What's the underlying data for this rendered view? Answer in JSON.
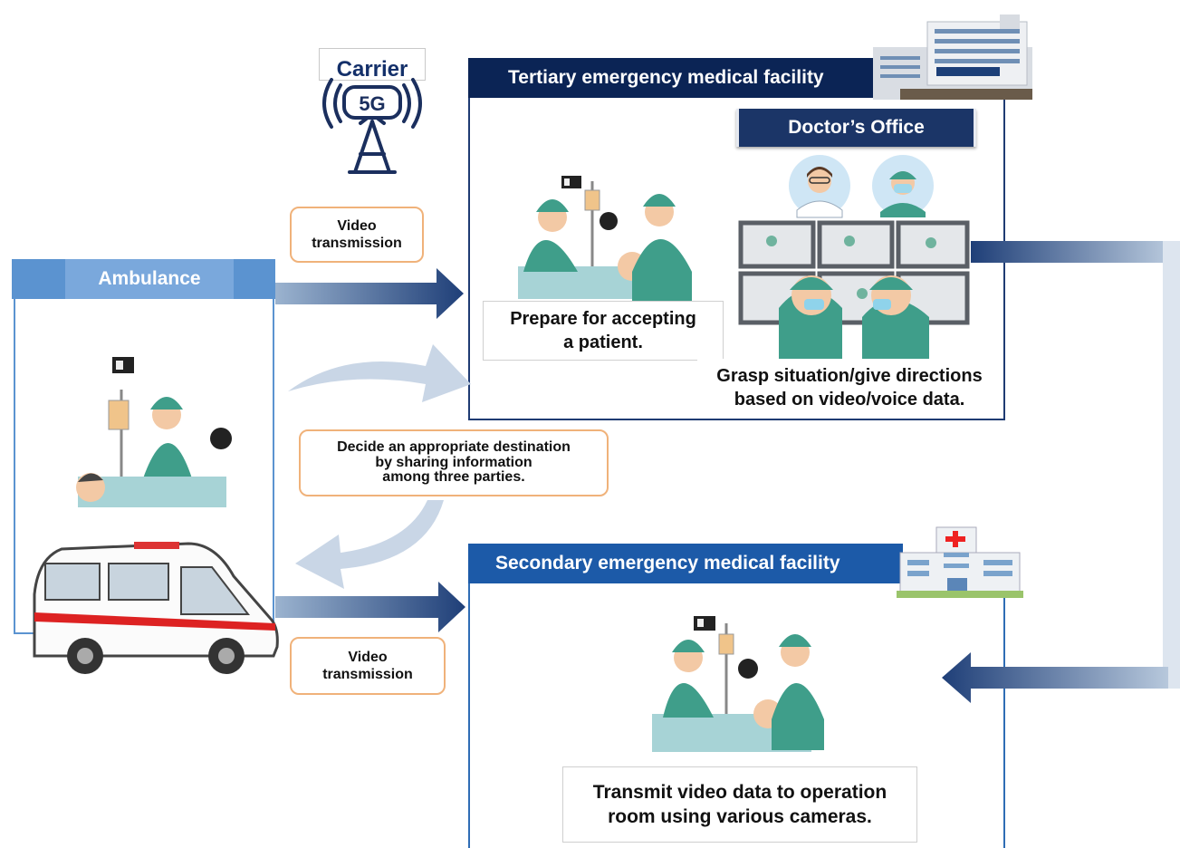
{
  "carrier": {
    "label": "Carrier",
    "network": "5G"
  },
  "tertiary": {
    "title": "Tertiary emergency medical facility",
    "office_title": "Doctor’s Office",
    "prepare_caption_line1": "Prepare for accepting",
    "prepare_caption_line2": "a patient.",
    "grasp_caption_line1": "Grasp situation/give directions",
    "grasp_caption_line2": "based on video/voice data."
  },
  "ambulance": {
    "title": "Ambulance"
  },
  "secondary": {
    "title": "Secondary emergency medical facility",
    "transmit_caption_line1": "Transmit video data to operation",
    "transmit_caption_line2": "room using various cameras."
  },
  "callouts": {
    "video_top_line1": "Video",
    "video_top_line2": "transmission",
    "decide_line1": "Decide an appropriate destination",
    "decide_line2": "by sharing information",
    "decide_line3": "among three parties.",
    "video_bottom_line1": "Video",
    "video_bottom_line2": "transmission"
  },
  "colors": {
    "navy": "#0b2455",
    "blue": "#1c5aa8",
    "light_blue": "#5b93d0",
    "callout_border": "#f0b27a"
  },
  "icons": [
    "5g-tower-icon",
    "hospital-building-icon",
    "clinic-building-icon",
    "ambulance-icon",
    "camera-icon",
    "doctor-avatar-icon",
    "surgeon-avatar-icon",
    "monitor-wall-icon"
  ]
}
